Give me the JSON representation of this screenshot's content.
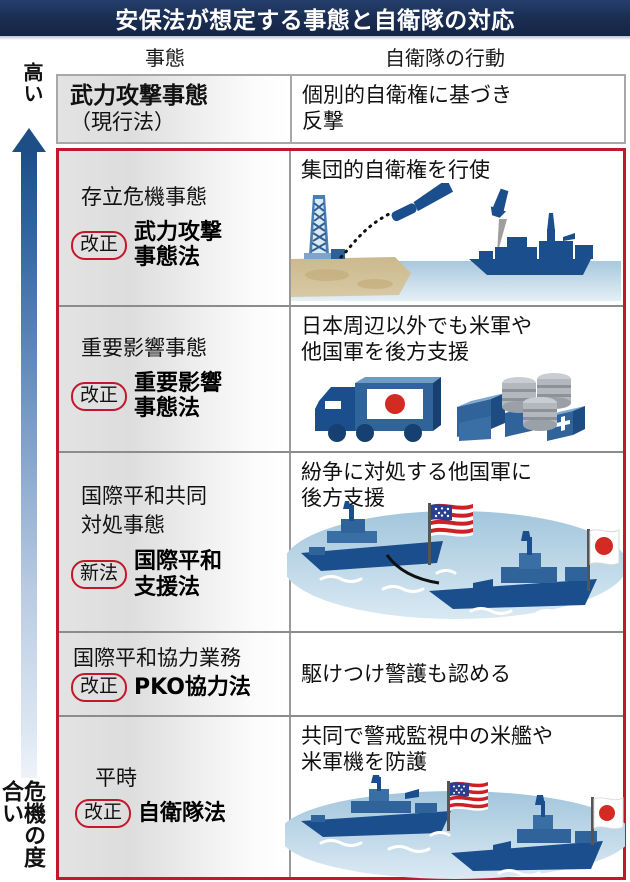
{
  "header": {
    "title": "安保法が想定する事態と自衛隊の対応",
    "title_bg": "#1b2f54",
    "title_color": "#ffffff"
  },
  "columns": {
    "situation": "事態",
    "action": "自衛隊の行動"
  },
  "axis": {
    "top_label": "高い",
    "bottom_label": "危機の度合い",
    "arrow_color": "#1d4e86",
    "direction": "up"
  },
  "accent": {
    "red": "#c2182b",
    "navy": "#1b4e8c",
    "gray_border": "#8c8c8c"
  },
  "rows": [
    {
      "situation": "武力攻撃事態",
      "situation_sub": "（現行法）",
      "badge": "",
      "law": "",
      "action_lines": [
        "個別的自衛権に基づき",
        "反撃"
      ],
      "illustration": "none",
      "in_redbox": false
    },
    {
      "situation": "存立危機事態",
      "badge": "改正",
      "law_lines": [
        "武力攻撃",
        "事態法"
      ],
      "action_lines": [
        "集団的自衛権を行使"
      ],
      "illustration": "missile-launch-vs-ship",
      "in_redbox": true
    },
    {
      "situation": "重要影響事態",
      "badge": "改正",
      "law_lines": [
        "重要影響",
        "事態法"
      ],
      "action_lines": [
        "日本周辺以外でも米軍や",
        "他国軍を後方支援"
      ],
      "illustration": "supply-truck-and-cargo",
      "in_redbox": true
    },
    {
      "situation_lines": [
        "国際平和共同",
        "対処事態"
      ],
      "badge": "新法",
      "law_lines": [
        "国際平和",
        "支援法"
      ],
      "action_lines": [
        "紛争に対処する他国軍に",
        "後方支援"
      ],
      "illustration": "us-carrier-and-jmsdf-ship",
      "in_redbox": true
    },
    {
      "situation": "国際平和協力業務",
      "badge": "改正",
      "law": "PKO協力法",
      "action_lines": [
        "駆けつけ警護も認める"
      ],
      "illustration": "none",
      "in_redbox": true
    },
    {
      "situation": "平時",
      "badge": "改正",
      "law": "自衛隊法",
      "action_lines": [
        "共同で警戒監視中の米艦や",
        "米軍機を防護"
      ],
      "illustration": "two-ships-patrol",
      "in_redbox": true
    }
  ]
}
